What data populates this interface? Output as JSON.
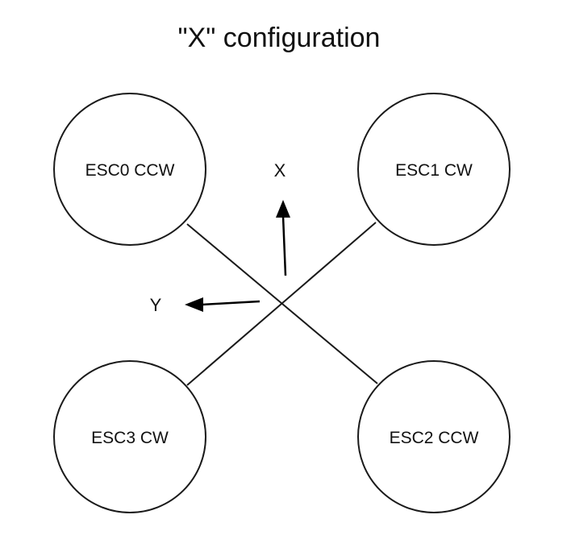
{
  "diagram": {
    "title": "\"X\" configuration",
    "motors": {
      "esc0": "ESC0 CCW",
      "esc1": "ESC1 CW",
      "esc2": "ESC2 CCW",
      "esc3": "ESC3 CW"
    },
    "axes": {
      "x_label": "X",
      "y_label": "Y"
    },
    "colors": {
      "stroke": "#1a1a1a",
      "background": "#ffffff",
      "text": "#111111"
    }
  }
}
